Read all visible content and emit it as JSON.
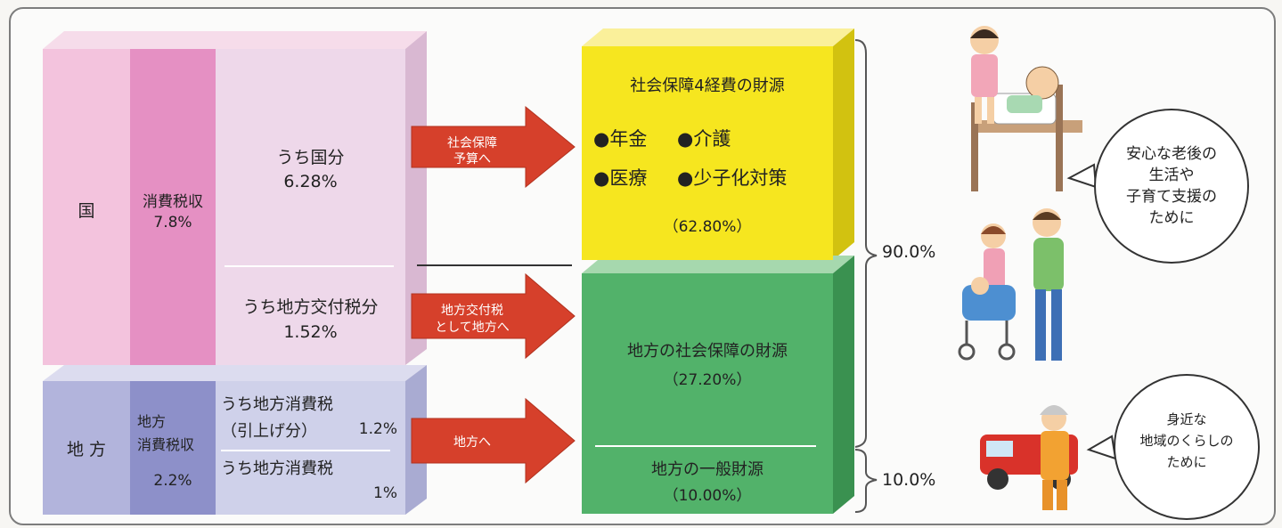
{
  "kuni": {
    "label": "国",
    "tax_label": "消費税収",
    "tax_pct": "7.8%",
    "national_share_label": "うち国分",
    "national_share_pct": "6.28%",
    "grant_share_label": "うち地方交付税分",
    "grant_share_pct": "1.52%"
  },
  "chiho": {
    "label": "地 方",
    "tax_label_1": "地方",
    "tax_label_2": "消費税収",
    "tax_pct": "2.2%",
    "raise_share_label": "うち地方消費税",
    "raise_share_sub": "（引上げ分）",
    "raise_share_pct": "1.2%",
    "base_share_label": "うち地方消費税",
    "base_share_pct": "1%"
  },
  "arrows": {
    "social_1": "社会保障",
    "social_2": "予算へ",
    "grant_1": "地方交付税",
    "grant_2": "として地方へ",
    "local": "地方へ"
  },
  "yellow": {
    "title": "社会保障4経費の財源",
    "item_pension": "●年金",
    "item_care": "●介護",
    "item_medical": "●医療",
    "item_children": "●少子化対策",
    "pct": "（62.80%）"
  },
  "green": {
    "social_label": "地方の社会保障の財源",
    "social_pct": "（27.20%）",
    "general_label": "地方の一般財源",
    "general_pct": "（10.00%）"
  },
  "braces": {
    "upper_pct": "90.0%",
    "lower_pct": "10.0%"
  },
  "bubbles": {
    "upper_1": "安心な老後の",
    "upper_2": "生活や",
    "upper_3": "子育て支援の",
    "upper_4": "ために",
    "lower_1": "身近な",
    "lower_2": "地域のくらしの",
    "lower_3": "ために"
  },
  "colors": {
    "pink_light": "#f3c3dd",
    "pink_dark": "#e590c3",
    "purple_light": "#b2b4dc",
    "purple_dark": "#8d90c9",
    "yellow": "#f6e61f",
    "green": "#52b26a",
    "arrow_red": "#d6402b"
  }
}
